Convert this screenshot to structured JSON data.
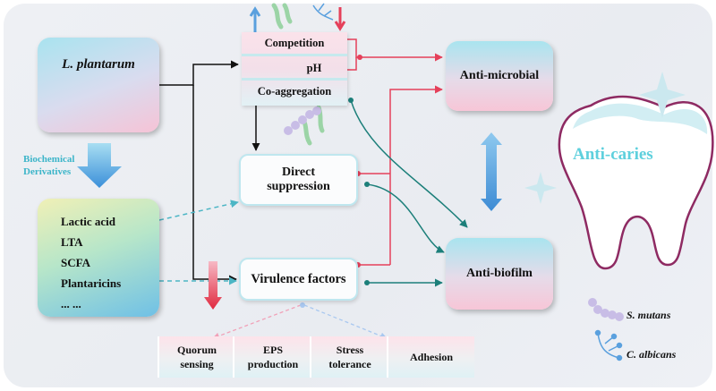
{
  "source": {
    "label": "L. plantarum"
  },
  "arrow_label": {
    "line1": "Biochemical",
    "line2": "Derivatives"
  },
  "derivatives": [
    "Lactic acid",
    "LTA",
    "SCFA",
    "Plantaricins",
    "... ..."
  ],
  "mechanisms": {
    "competition": "Competition",
    "ph": "pH",
    "coaggregation": "Co-aggregation"
  },
  "direct": {
    "line1": "Direct",
    "line2": "suppression"
  },
  "virulence": "Virulence factors",
  "factors": [
    {
      "line1": "Quorum",
      "line2": "sensing"
    },
    {
      "line1": "EPS",
      "line2": "production"
    },
    {
      "line1": "Stress",
      "line2": "tolerance"
    },
    {
      "line1": "Adhesion",
      "line2": ""
    }
  ],
  "outcomes": {
    "antimicrobial": "Anti-microbial",
    "antibiofilm": "Anti-biofilm",
    "caries": "Anti-caries"
  },
  "legend": {
    "s_mutans": "S. mutans",
    "c_albicans": "C. albicans"
  },
  "colors": {
    "red": "#e5405a",
    "teal": "#1c7f7a",
    "black": "#111111",
    "dashed": "#4cb6c5",
    "tooth": "#8e2a62",
    "caries_text": "#5ed0dd"
  }
}
